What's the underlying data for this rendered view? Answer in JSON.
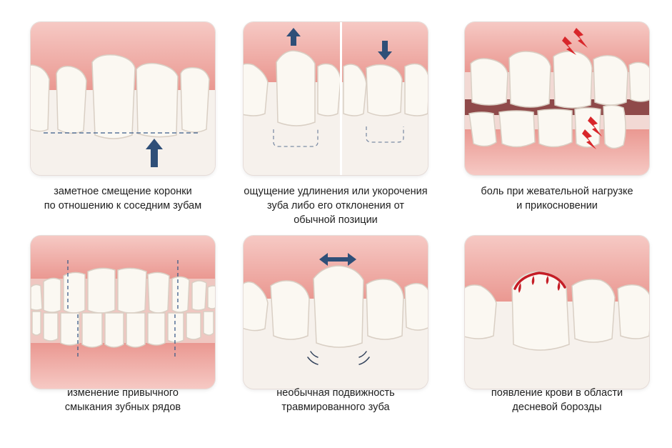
{
  "panels": [
    {
      "id": "crown-displacement",
      "caption": [
        "заметное смещение коронки",
        "по отношению к соседним зубам"
      ]
    },
    {
      "id": "tooth-position-change",
      "caption": [
        "ощущение удлинения или укорочения",
        "зуба либо его отклонения от",
        "обычной позиции"
      ]
    },
    {
      "id": "pain-on-load",
      "caption": [
        "боль при жевательной нагрузке",
        "и прикосновении"
      ]
    },
    {
      "id": "bite-change",
      "caption": [
        "изменение привычного",
        "смыкания зубных рядов"
      ]
    },
    {
      "id": "tooth-mobility",
      "caption": [
        "необычная подвижность",
        "травмированного зуба"
      ]
    },
    {
      "id": "gum-bleeding",
      "caption": [
        "появление крови в области",
        "десневой борозды"
      ]
    }
  ],
  "colors": {
    "gum": "#f0a9a2",
    "tooth": "#fbf8f2",
    "arrow": "#2f4f78",
    "pain": "#d8262a",
    "blood": "#c51d26",
    "background": "#f5efe9"
  },
  "icons": [
    "arrow-up-icon",
    "arrow-down-icon",
    "double-arrow-icon",
    "lightning-icon",
    "motion-lines-icon"
  ]
}
